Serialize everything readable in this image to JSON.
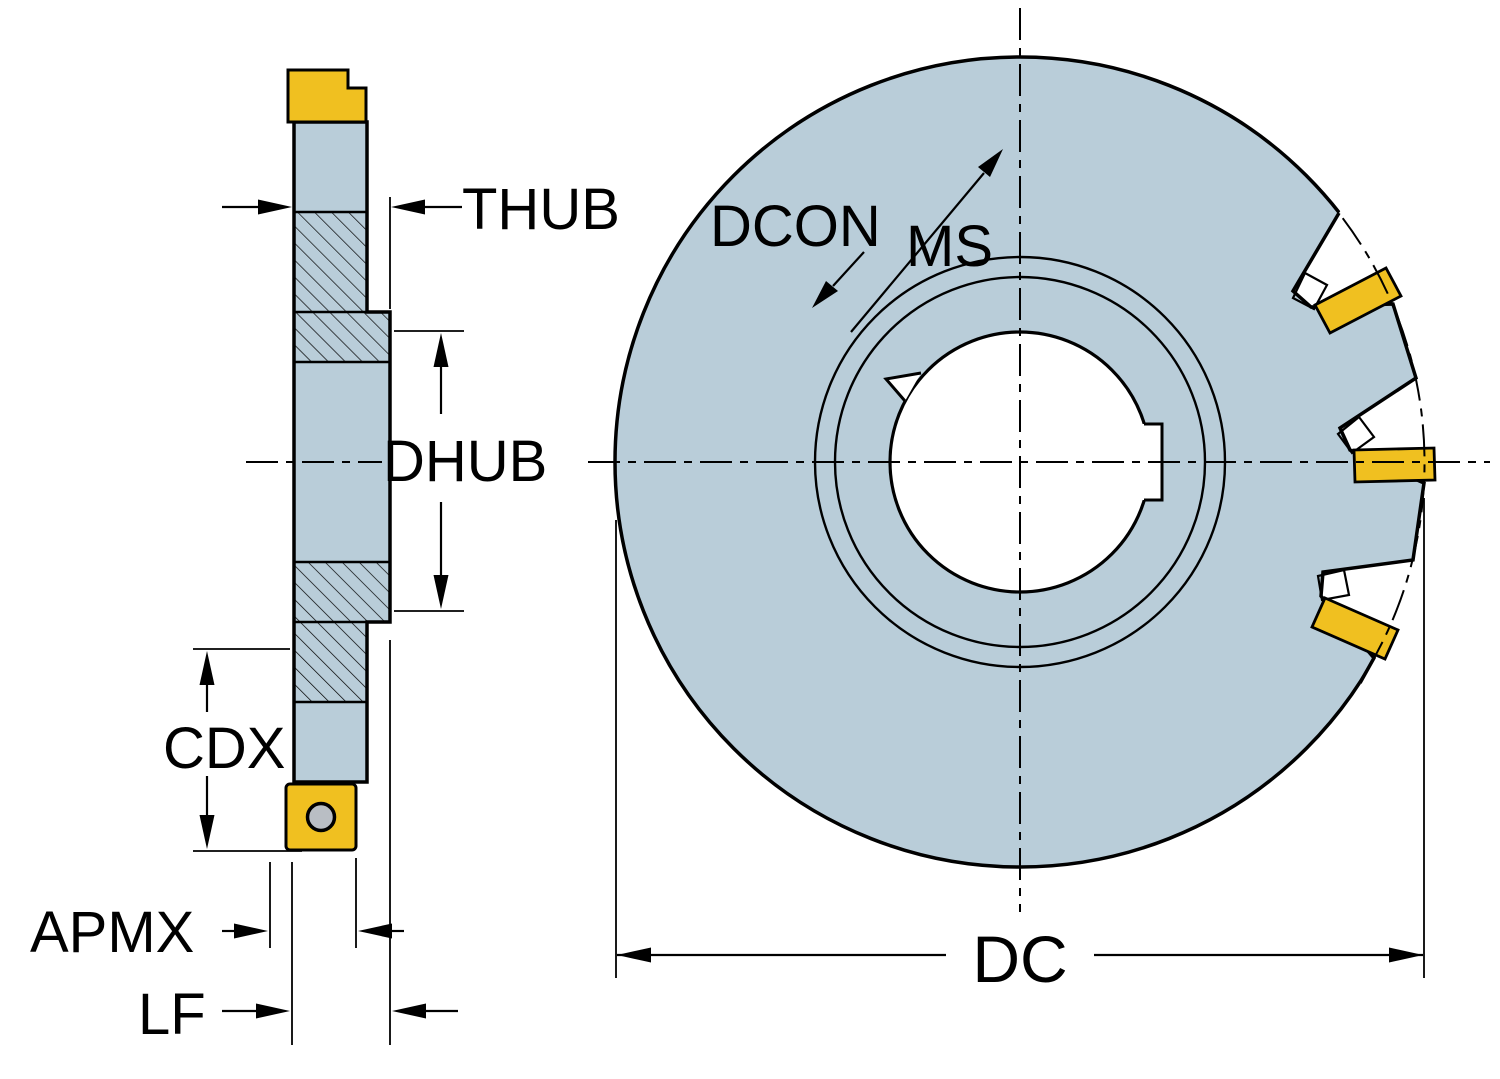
{
  "labels": {
    "thub": "THUB",
    "dhub": "DHUB",
    "cdx": "CDX",
    "apmx": "APMX",
    "lf": "LF",
    "dcon": "DCON",
    "ms": "MS",
    "dc": "DC"
  },
  "colors": {
    "body": "#b9cdd9",
    "insert": "#f0c020",
    "line": "#000000",
    "background": "#ffffff",
    "screw_hole": "#b9bec4"
  }
}
